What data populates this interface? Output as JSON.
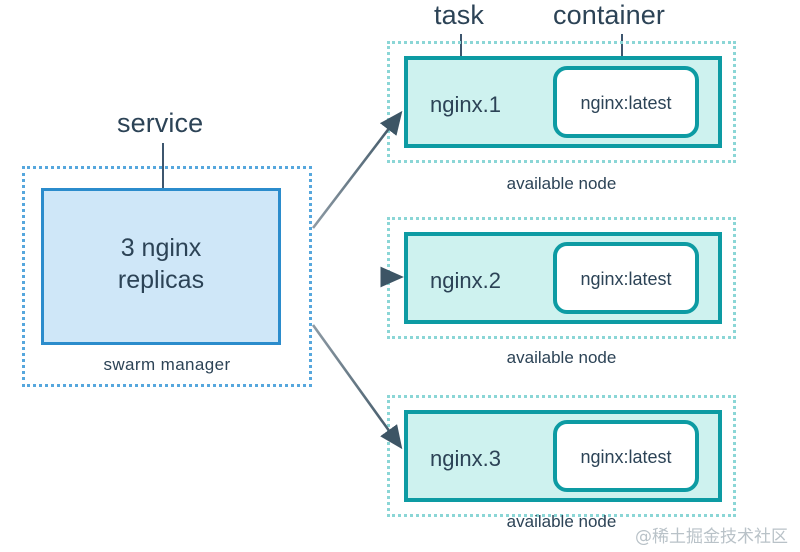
{
  "diagram": {
    "title": "Docker swarm service, task and container diagram",
    "colors": {
      "service_fill": "#cfe7f8",
      "service_border": "#2b8ccc",
      "manager_border": "#56a7dd",
      "task_fill": "#cef2ef",
      "task_border": "#0d9ba3",
      "node_border": "#8bd6d6",
      "container_fill": "#ffffff",
      "container_border": "#0d9ba3",
      "text": "#2c4356",
      "arrow": "#44596a",
      "watermark": "#b9c2c8",
      "background": "#ffffff"
    }
  },
  "annotations": {
    "service": "service",
    "task": "task",
    "container": "container"
  },
  "manager": {
    "caption": "swarm manager",
    "service_line1": "3 nginx",
    "service_line2": "replicas"
  },
  "nodes": [
    {
      "task": "nginx.1",
      "container": "nginx:latest",
      "caption": "available node"
    },
    {
      "task": "nginx.2",
      "container": "nginx:latest",
      "caption": "available node"
    },
    {
      "task": "nginx.3",
      "container": "nginx:latest",
      "caption": "available node"
    }
  ],
  "watermark": {
    "text": "@稀土掘金技术社区"
  }
}
